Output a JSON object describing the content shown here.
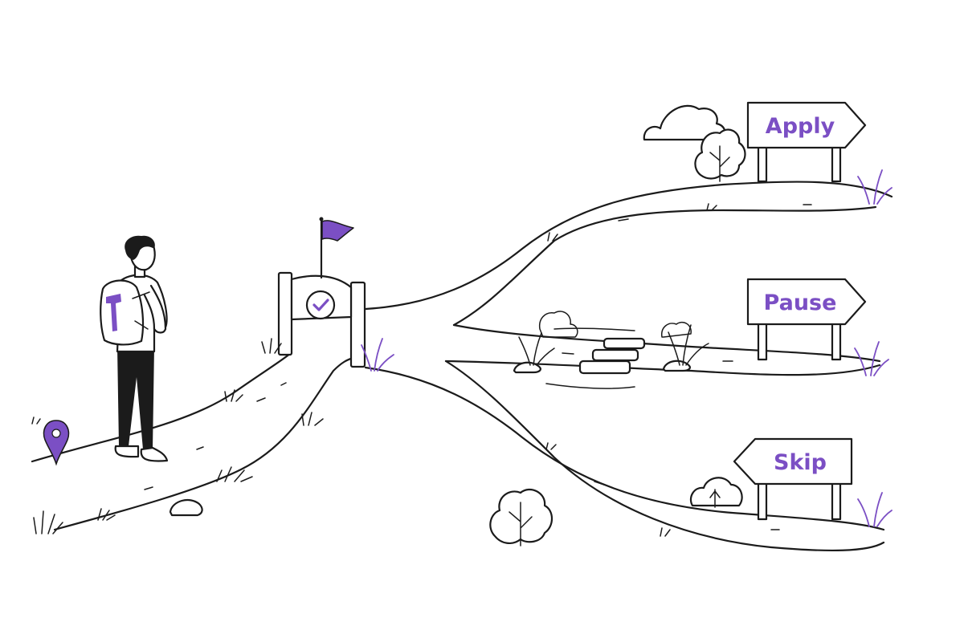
{
  "colors": {
    "ink": "#1b1b1b",
    "accent": "#7b4fc4",
    "background": "#ffffff"
  },
  "signs": {
    "apply": {
      "label": "Apply",
      "direction": "right"
    },
    "pause": {
      "label": "Pause",
      "direction": "right"
    },
    "skip": {
      "label": "Skip",
      "direction": "left"
    }
  },
  "icons": {
    "start": "location-pin-icon",
    "checkpoint": "checkmark-icon",
    "flag": "flag-icon"
  }
}
